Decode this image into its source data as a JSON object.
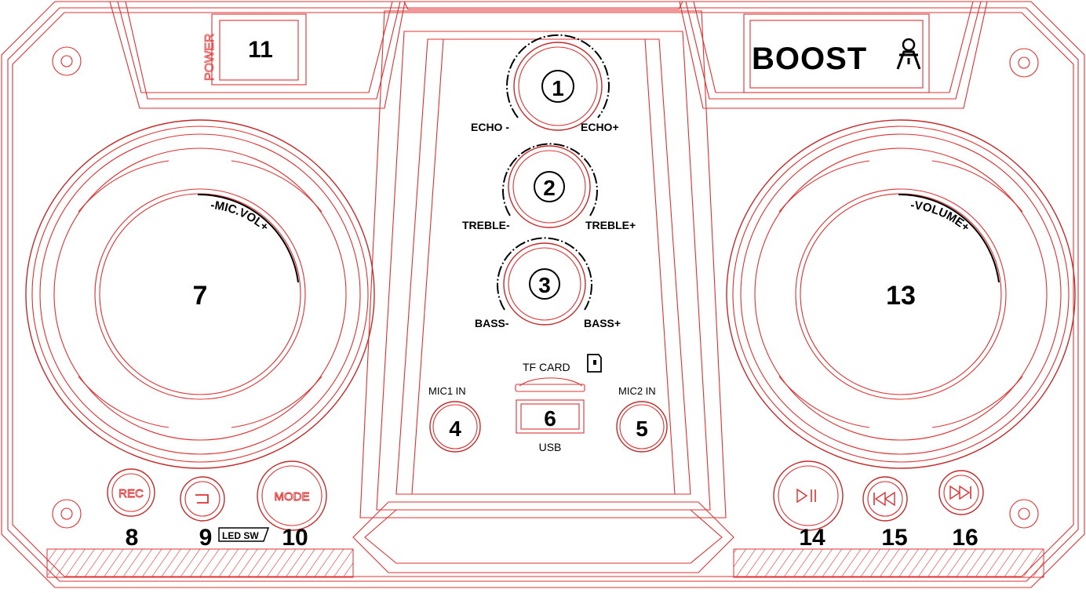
{
  "colors": {
    "outline": "#e03030",
    "ink": "#000000",
    "background": "#ffffff"
  },
  "logo": {
    "brand": "BOOST"
  },
  "panel": {
    "power_label": "POWER"
  },
  "numbers": {
    "n1": "1",
    "n2": "2",
    "n3": "3",
    "n4": "4",
    "n5": "5",
    "n6": "6",
    "n7": "7",
    "n8": "8",
    "n9": "9",
    "n10": "10",
    "n11": "11",
    "n13": "13",
    "n14": "14",
    "n15": "15",
    "n16": "16"
  },
  "knobs": {
    "echo_minus": "ECHO -",
    "echo_plus": "ECHO+",
    "treble_minus": "TREBLE-",
    "treble_plus": "TREBLE+",
    "bass_minus": "BASS-",
    "bass_plus": "BASS+"
  },
  "ports": {
    "tf_card": "TF CARD",
    "usb": "USB",
    "mic1": "MIC1 IN",
    "mic2": "MIC2 IN"
  },
  "dials": {
    "mic_vol": "-MIC.VOL+",
    "volume": "-VOLUME+"
  },
  "buttons": {
    "rec": "REC",
    "mode": "MODE",
    "led_sw": "LED SW"
  },
  "icons": {
    "repeat": "repeat-icon",
    "play_pause": "play-pause-icon",
    "previous": "previous-track-icon",
    "next": "next-track-icon",
    "sd_card": "sd-card-icon",
    "logo_figure": "person-figure-icon"
  }
}
